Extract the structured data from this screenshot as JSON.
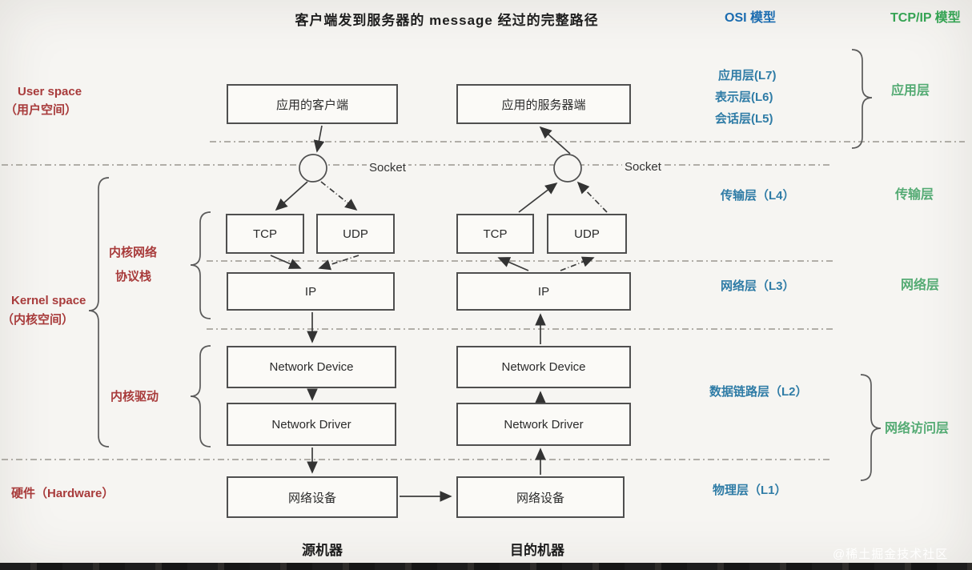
{
  "title": "客户端发到服务器的 message 经过的完整路径",
  "columns": {
    "osi_header": "OSI 模型",
    "tcpip_header": "TCP/IP 模型"
  },
  "left": {
    "user_space": "User space",
    "user_space_zh": "（用户空间）",
    "kernel_space": "Kernel space",
    "kernel_space_zh": "（内核空间）",
    "kernel_stack_l1": "内核网络",
    "kernel_stack_l2": "协议栈",
    "kernel_driver": "内核驱动",
    "hardware": "硬件（Hardware）"
  },
  "source": {
    "app": "应用的客户端",
    "socket": "Socket",
    "tcp": "TCP",
    "udp": "UDP",
    "ip": "IP",
    "device": "Network Device",
    "driver": "Network Driver",
    "hardware": "网络设备",
    "caption": "源机器"
  },
  "dest": {
    "app": "应用的服务器端",
    "socket": "Socket",
    "tcp": "TCP",
    "udp": "UDP",
    "ip": "IP",
    "device": "Network Device",
    "driver": "Network Driver",
    "hardware": "网络设备",
    "caption": "目的机器"
  },
  "osi": {
    "l7": "应用层(L7)",
    "l6": "表示层(L6)",
    "l5": "会话层(L5)",
    "l4": "传输层（L4）",
    "l3": "网络层（L3）",
    "l2": "数据链路层（L2）",
    "l1": "物理层（L1）"
  },
  "tcpip": {
    "application": "应用层",
    "transport": "传输层",
    "network": "网络层",
    "access": "网络访问层"
  },
  "watermark": "@稀土掘金技术社区",
  "colors": {
    "label_red": "#a83b3b",
    "osi_blue": "#2f7ca6",
    "osi_header_blue": "#1b6cb0",
    "tcpip_green": "#55ab74",
    "tcpip_header_green": "#35a353"
  }
}
